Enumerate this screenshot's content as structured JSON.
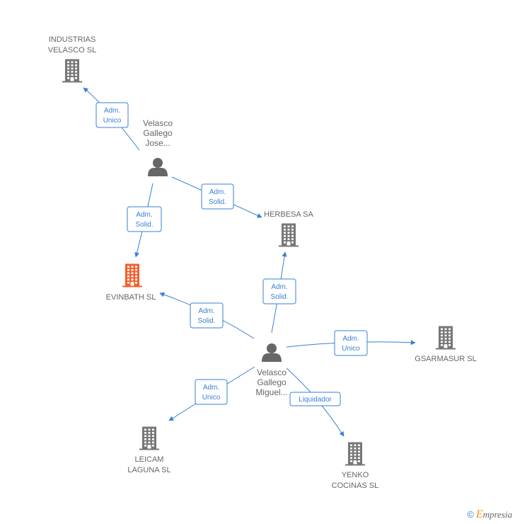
{
  "colors": {
    "edge": "#3a7fd5",
    "company": "#777777",
    "company_highlight": "#f4602d",
    "person": "#666666",
    "label": "#666666"
  },
  "nodes": [
    {
      "id": "industrias",
      "type": "company",
      "lines": [
        "INDUSTRIAS",
        "VELASCO SL"
      ],
      "icon": "building-icon"
    },
    {
      "id": "jose",
      "type": "person",
      "lines": [
        "Velasco",
        "Gallego",
        "Jose..."
      ],
      "icon": "person-icon"
    },
    {
      "id": "herbesa",
      "type": "company",
      "lines": [
        "HERBESA SA"
      ],
      "icon": "building-icon"
    },
    {
      "id": "evinbath",
      "type": "company",
      "highlight": true,
      "lines": [
        "EVINBATH SL"
      ],
      "icon": "building-icon"
    },
    {
      "id": "miguel",
      "type": "person",
      "lines": [
        "Velasco",
        "Gallego",
        "Miguel..."
      ],
      "icon": "person-icon"
    },
    {
      "id": "gsarmasur",
      "type": "company",
      "lines": [
        "GSARMASUR SL"
      ],
      "icon": "building-icon"
    },
    {
      "id": "leicam",
      "type": "company",
      "lines": [
        "LEICAM",
        "LAGUNA SL"
      ],
      "icon": "building-icon"
    },
    {
      "id": "yenko",
      "type": "company",
      "lines": [
        "YENKO",
        "COCINAS SL"
      ],
      "icon": "building-icon"
    }
  ],
  "edges": [
    {
      "id": "jose-industrias",
      "from": "jose",
      "to": "industrias",
      "label": [
        "Adm.",
        "Unico"
      ]
    },
    {
      "id": "jose-herbesa",
      "from": "jose",
      "to": "herbesa",
      "label": [
        "Adm.",
        "Solid."
      ]
    },
    {
      "id": "jose-evinbath",
      "from": "jose",
      "to": "evinbath",
      "label": [
        "Adm.",
        "Solid."
      ]
    },
    {
      "id": "miguel-herbesa",
      "from": "miguel",
      "to": "herbesa",
      "label": [
        "Adm.",
        "Solid."
      ]
    },
    {
      "id": "miguel-evinbath",
      "from": "miguel",
      "to": "evinbath",
      "label": [
        "Adm.",
        "Solid."
      ]
    },
    {
      "id": "miguel-gsarmasur",
      "from": "miguel",
      "to": "gsarmasur",
      "label": [
        "Adm.",
        "Unico"
      ]
    },
    {
      "id": "miguel-leicam",
      "from": "miguel",
      "to": "leicam",
      "label": [
        "Adm.",
        "Unico"
      ]
    },
    {
      "id": "miguel-yenko",
      "from": "miguel",
      "to": "yenko",
      "label": [
        "Liquidador"
      ]
    }
  ],
  "footer": {
    "copyright": "©",
    "brand_first": "E",
    "brand_rest": "mpresia"
  }
}
